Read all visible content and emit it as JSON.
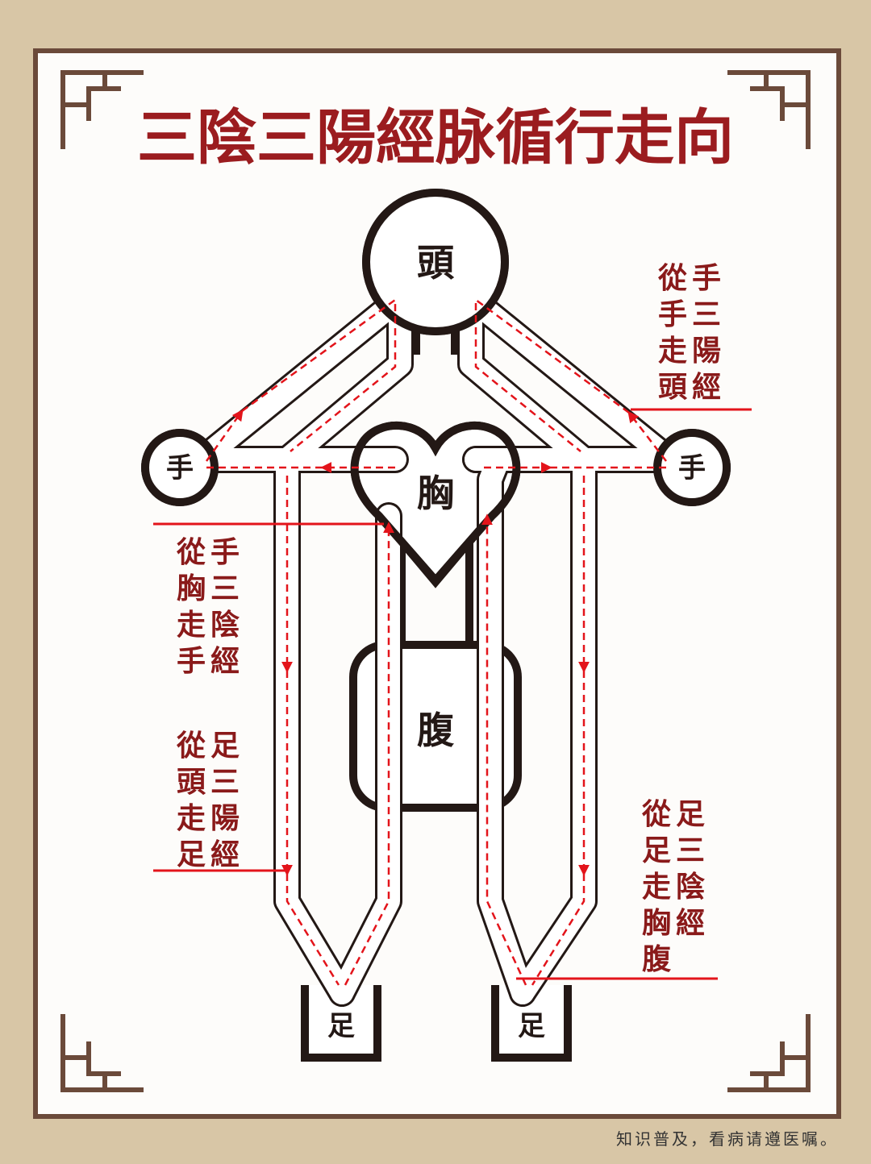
{
  "title": "三陰三陽經脉循行走向",
  "nodes": {
    "head": "頭",
    "chest": "胸",
    "abdomen": "腹",
    "hand_left": "手",
    "hand_right": "手",
    "foot_left": "足",
    "foot_right": "足"
  },
  "labels": {
    "hand_yang": {
      "heading": "手三陽經",
      "body": "從手走頭"
    },
    "hand_yin": {
      "heading": "手三陰經",
      "body": "從胸走手"
    },
    "foot_yang": {
      "heading": "足三陽經",
      "body": "從頭走足"
    },
    "foot_yin": {
      "heading": "足三陰經",
      "body": "從足走胸腹"
    }
  },
  "footer": "知识普及，看病请遵医嘱。",
  "colors": {
    "background": "#d8c6a6",
    "panel": "#fdfcfa",
    "frame": "#6b4a3a",
    "title": "#9b1c1f",
    "label": "#8a1a1a",
    "flow": "#e3141b",
    "outline": "#231815"
  }
}
